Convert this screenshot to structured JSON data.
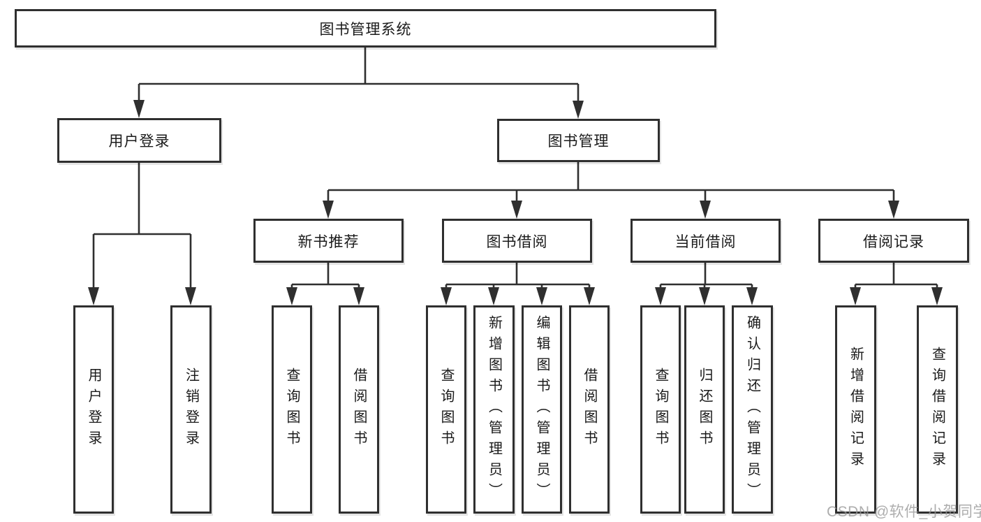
{
  "root": {
    "label": "图书管理系统"
  },
  "user_login": {
    "label": "用户登录",
    "children": [
      {
        "label": "用户登录"
      },
      {
        "label": "注销登录"
      }
    ]
  },
  "book_mgmt": {
    "label": "图书管理",
    "sections": [
      {
        "label": "新书推荐",
        "children": [
          {
            "label": "查询图书"
          },
          {
            "label": "借阅图书"
          }
        ]
      },
      {
        "label": "图书借阅",
        "children": [
          {
            "label": "查询图书"
          },
          {
            "label": "新增图书（管理员）"
          },
          {
            "label": "编辑图书（管理员）"
          },
          {
            "label": "借阅图书"
          }
        ]
      },
      {
        "label": "当前借阅",
        "children": [
          {
            "label": "查询图书"
          },
          {
            "label": "归还图书"
          },
          {
            "label": "确认归还（管理员）"
          }
        ]
      },
      {
        "label": "借阅记录",
        "children": [
          {
            "label": "新增借阅记录"
          },
          {
            "label": "查询借阅记录"
          }
        ]
      }
    ]
  },
  "watermark": {
    "text": "CSDN @软件_小贺同学"
  },
  "colors": {
    "line": "#2f2f2f",
    "box_border": "#2f2f2f",
    "text": "#1a1a1a",
    "watermark": "#969696",
    "background": "#ffffff"
  }
}
